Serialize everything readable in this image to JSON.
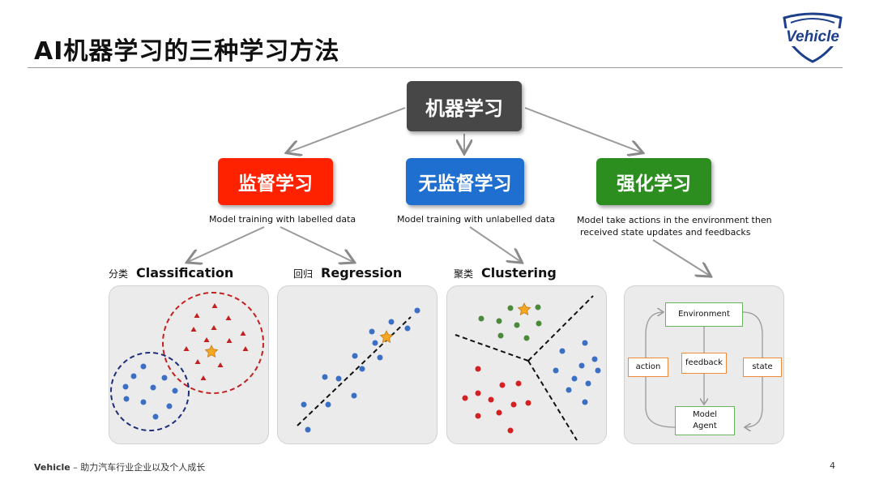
{
  "slide": {
    "title": "AI机器学习的三种学习方法",
    "page_number": "4"
  },
  "logo": {
    "text": "Vehicle"
  },
  "tree": {
    "root": "机器学习",
    "supervised": {
      "label": "监督学习",
      "desc": "Model training with labelled data"
    },
    "unsupervised": {
      "label": "无监督学习",
      "desc": "Model training with unlabelled data"
    },
    "reinforcement": {
      "label": "强化学习",
      "desc_line1": "Model take actions in the environment then",
      "desc_line2": "received state updates and feedbacks"
    }
  },
  "sections": {
    "classification": {
      "cn": "分类",
      "en": "Classification"
    },
    "regression": {
      "cn": "回归",
      "en": "Regression"
    },
    "clustering": {
      "cn": "聚类",
      "en": "Clustering"
    }
  },
  "rl_diagram": {
    "environment": "Environment",
    "feedback": "feedback",
    "action": "action",
    "state": "state",
    "agent_line1": "Model",
    "agent_line2": "Agent"
  },
  "footer": {
    "brand": "Vehicle",
    "text": " – 助力汽车行业企业以及个人成长"
  },
  "colors": {
    "supervised": "#ff2200",
    "unsupervised": "#1e6fd0",
    "reinforcement": "#2b8e1f",
    "root": "#474747",
    "point_blue": "#3a6fc4",
    "point_red": "#d42020",
    "point_green": "#4a8a3a",
    "star": "#f5a623"
  }
}
